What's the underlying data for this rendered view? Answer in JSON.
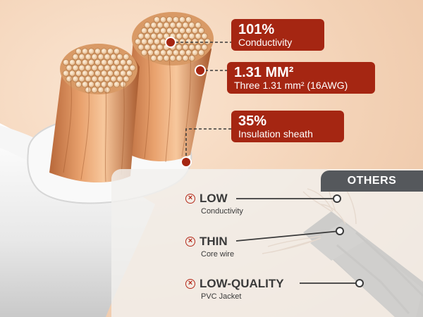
{
  "highlights": [
    {
      "value": "101%",
      "label": "Conductivity"
    },
    {
      "value": "1.31 MM²",
      "label": "Three 1.31 mm² (16AWG)"
    },
    {
      "value": "35%",
      "label": "Insulation sheath"
    }
  ],
  "others": {
    "tab_label": "OTHERS",
    "items": [
      {
        "title": "LOW",
        "subtitle": "Conductivity"
      },
      {
        "title": "THIN",
        "subtitle": "Core wire"
      },
      {
        "title": "LOW-QUALITY",
        "subtitle": "PVC Jacket"
      }
    ]
  },
  "colors": {
    "accent": "#a52612",
    "tab": "#55585c",
    "x_mark": "#b52a1a"
  },
  "icons": [
    "x-circle-icon"
  ]
}
